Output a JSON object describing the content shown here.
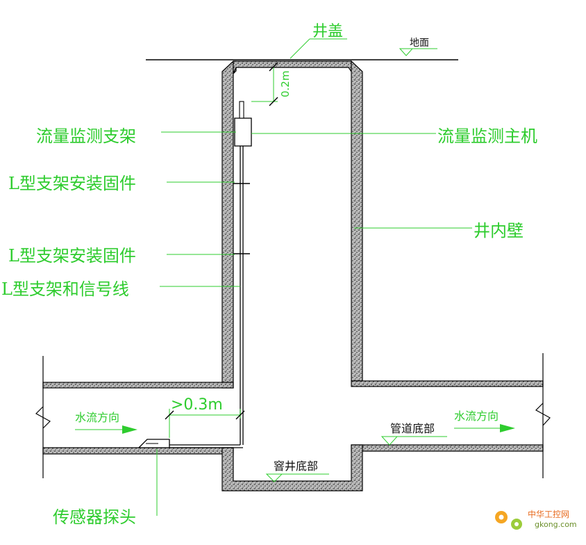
{
  "labels": {
    "manhole_cover": "井盖",
    "ground": "地面",
    "clearance": "0.2m",
    "flow_bracket": "流量监测支架",
    "flow_host": "流量监测主机",
    "l_fixture_upper": "L型支架安装固件",
    "l_fixture_lower": "L型支架安装固件",
    "well_inner_wall": "井内壁",
    "l_bracket_signal": "L型支架和信号线",
    "distance": ">0.3m",
    "flow_dir_left": "水流方向",
    "flow_dir_right": "水流方向",
    "pipe_bottom": "管道底部",
    "well_bottom": "窨井底部",
    "sensor_probe": "传感器探头"
  },
  "watermark": {
    "brand": "中华工控网",
    "url": "gkong.com"
  },
  "colors": {
    "annotation": "#2ecc2e",
    "structure": "#000000",
    "concrete": "#9a9a9a"
  }
}
